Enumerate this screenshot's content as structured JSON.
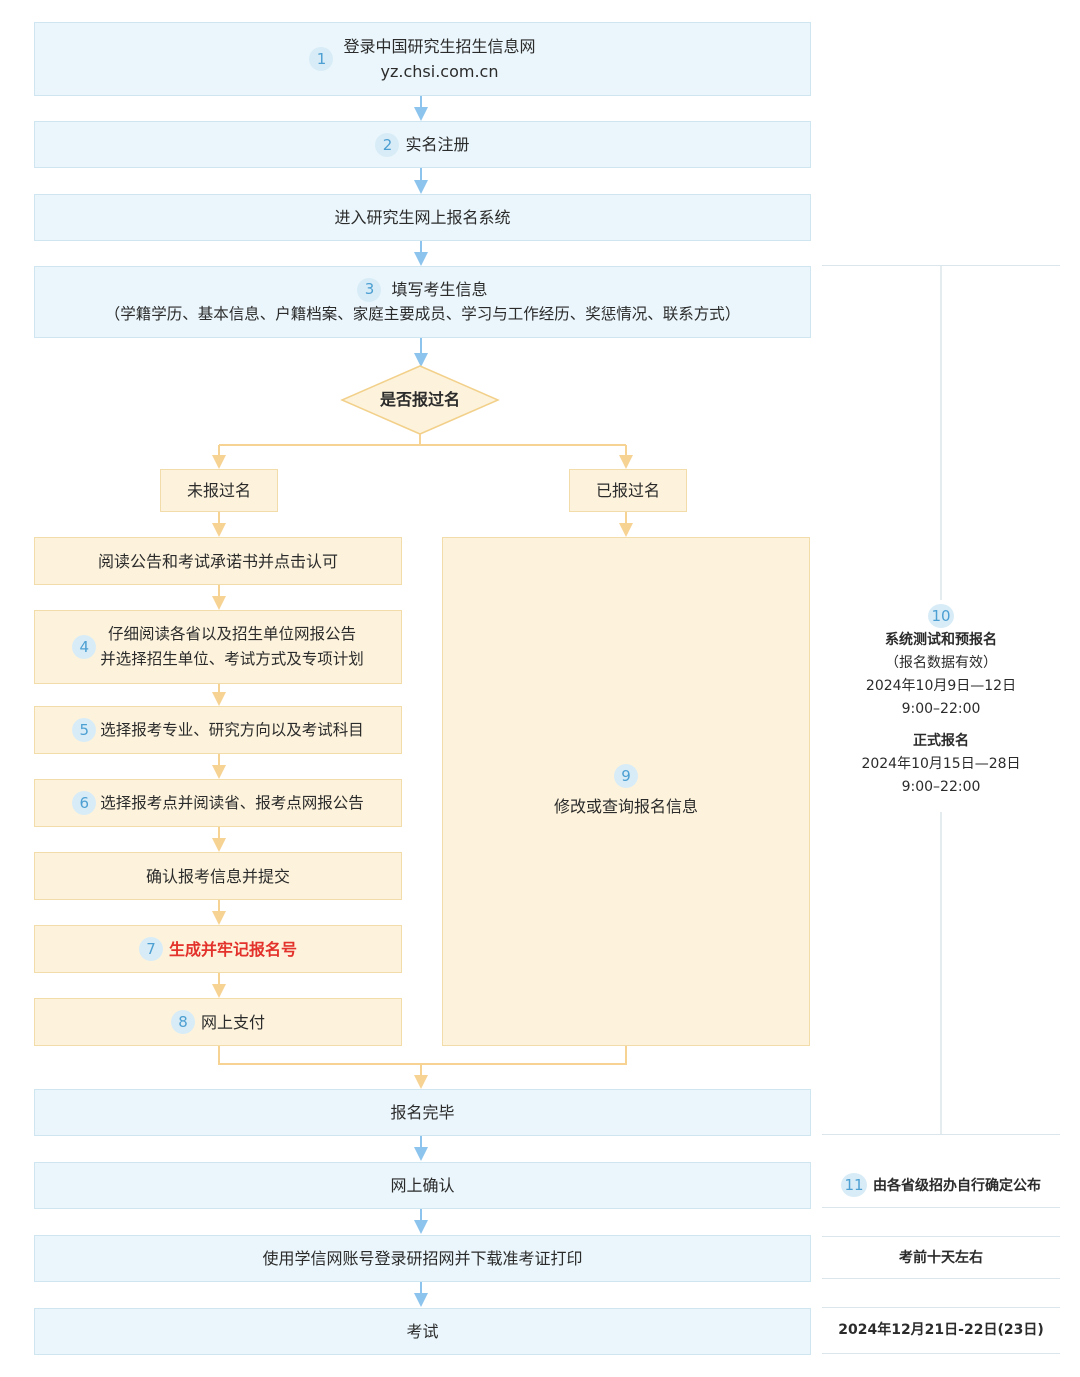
{
  "steps": {
    "s1": {
      "num": "1",
      "line1": "登录中国研究生招生信息网",
      "line2": "yz.chsi.com.cn"
    },
    "s2": {
      "num": "2",
      "label": "实名注册"
    },
    "enter": {
      "label": "进入研究生网上报名系统"
    },
    "s3": {
      "num": "3",
      "line1": "填写考生信息",
      "line2": "（学籍学历、基本信息、户籍档案、家庭主要成员、学习与工作经历、奖惩情况、联系方式）"
    },
    "decision": {
      "label": "是否报过名"
    },
    "not_registered": {
      "label": "未报过名"
    },
    "registered": {
      "label": "已报过名"
    },
    "read": {
      "label": "阅读公告和考试承诺书并点击认可"
    },
    "s4": {
      "num": "4",
      "line1": "仔细阅读各省以及招生单位网报公告",
      "line2": "并选择招生单位、考试方式及专项计划"
    },
    "s5": {
      "num": "5",
      "label": "选择报考专业、研究方向以及考试科目"
    },
    "s6": {
      "num": "6",
      "label": "选择报考点并阅读省、报考点网报公告"
    },
    "confirm": {
      "label": "确认报考信息并提交"
    },
    "s7": {
      "num": "7",
      "label": "生成并牢记报名号"
    },
    "s8": {
      "num": "8",
      "label": "网上支付"
    },
    "s9": {
      "num": "9",
      "label": "修改或查询报名信息"
    },
    "done": {
      "label": "报名完毕"
    },
    "online_confirm": {
      "label": "网上确认"
    },
    "print": {
      "label": "使用学信网账号登录研招网并下载准考证打印"
    },
    "exam": {
      "label": "考试"
    }
  },
  "side": {
    "s10": {
      "num": "10",
      "title": "系统测试和预报名",
      "note": "（报名数据有效）",
      "date1": "2024年10月9日—12日",
      "time1": "9:00–22:00",
      "title2": "正式报名",
      "date2": "2024年10月15日—28日",
      "time2": "9:00–22:00"
    },
    "s11": {
      "num": "11",
      "label": "由各省级招办自行确定公布"
    },
    "print_time": {
      "label": "考前十天左右"
    },
    "exam_date": {
      "label": "2024年12月21日-22日(23日)"
    }
  },
  "colors": {
    "blue_arrow": "#8cc4ee",
    "yellow_arrow": "#f6d393",
    "highlight": "#e3322b"
  }
}
